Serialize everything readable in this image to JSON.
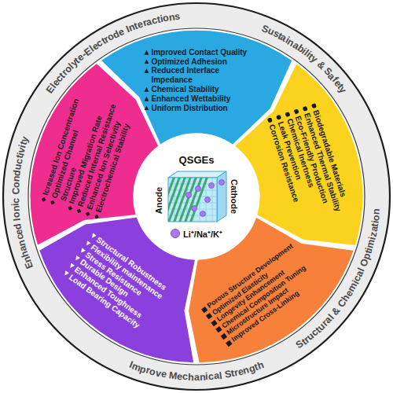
{
  "diagram": {
    "nodes": [
      {
        "text": [
          "Electrolyte-Electrode Interactions",
          "Sustainability & Safety",
          "Structural & Chemical Optimization",
          "Improve Mechanical Strength",
          "Enhanced Ionic Conductivity"
        ]
      },
      {
        "text": [
          "Improved Contact Quality",
          "Optimized Adhesion",
          "Reduced Interface Impedance",
          "Chemical Stability",
          "Enhanced Wettability",
          "Uniform Distribution"
        ],
        "in": 0
      },
      {
        "text": [
          "Biodegradable Materials",
          "Enhanced Thermal Stability",
          "Eco-Friendly Production",
          "Chemical Inertness",
          "Leak Prevention",
          "Corrosion Resistance"
        ],
        "in": 0
      },
      {
        "text": [
          "Porous Structure Development",
          "Optimized Elasticity",
          "Longevity Enhancement",
          "Chemical Composition Tuning",
          "Microstructure Impact",
          "Improved Cross-Linking"
        ],
        "in": 0
      },
      {
        "text": [
          "Structural Robustness",
          "Flexibility maintenance",
          "Stress Resistance",
          "Durable Design",
          "Enhanced Toughness",
          "Load Bearing Capacity"
        ],
        "in": 0
      },
      {
        "text": [
          "Icreased Ion Concentration",
          "Optimized Channel Structure",
          "Improved Migration Rate",
          "Reduced Internal Resistance",
          "Enhanced Ion Selectivity",
          "Electrochemical Stability"
        ],
        "in": 0
      },
      {
        "text": [
          "QSGEs",
          "Anode",
          "Cathode"
        ],
        "in": 0
      }
    ],
    "legend": [
      {
        "text": "Li⁺/Na⁺/K⁺",
        "color": "#a77bf0"
      }
    ]
  }
}
